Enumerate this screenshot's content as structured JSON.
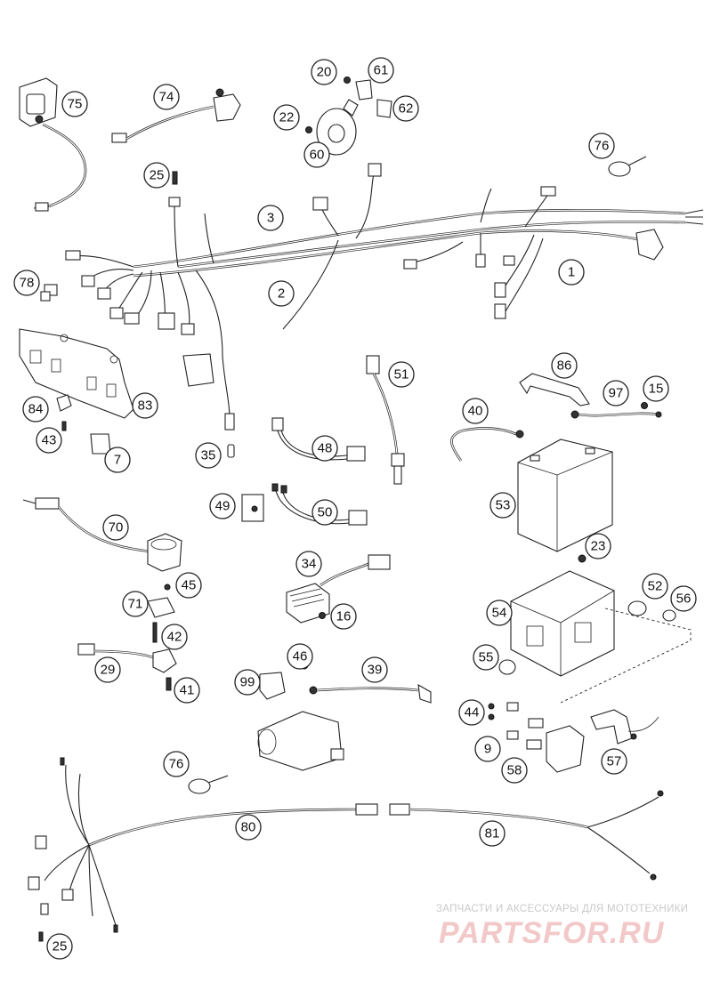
{
  "callouts": [
    "1",
    "2",
    "3",
    "7",
    "9",
    "15",
    "16",
    "20",
    "22",
    "23",
    "25",
    "29",
    "34",
    "35",
    "39",
    "40",
    "41",
    "42",
    "43",
    "44",
    "45",
    "46",
    "48",
    "49",
    "50",
    "51",
    "52",
    "53",
    "54",
    "55",
    "56",
    "57",
    "58",
    "60",
    "61",
    "62",
    "70",
    "71",
    "74",
    "75",
    "76",
    "78",
    "80",
    "81",
    "83",
    "84",
    "86",
    "97",
    "99"
  ],
  "watermark": {
    "line1": "ЗАПЧАСТИ И АКСЕССУАРЫ ДЛЯ МОТОТЕХНИКИ",
    "line2": "PARTSFOR.RU"
  }
}
